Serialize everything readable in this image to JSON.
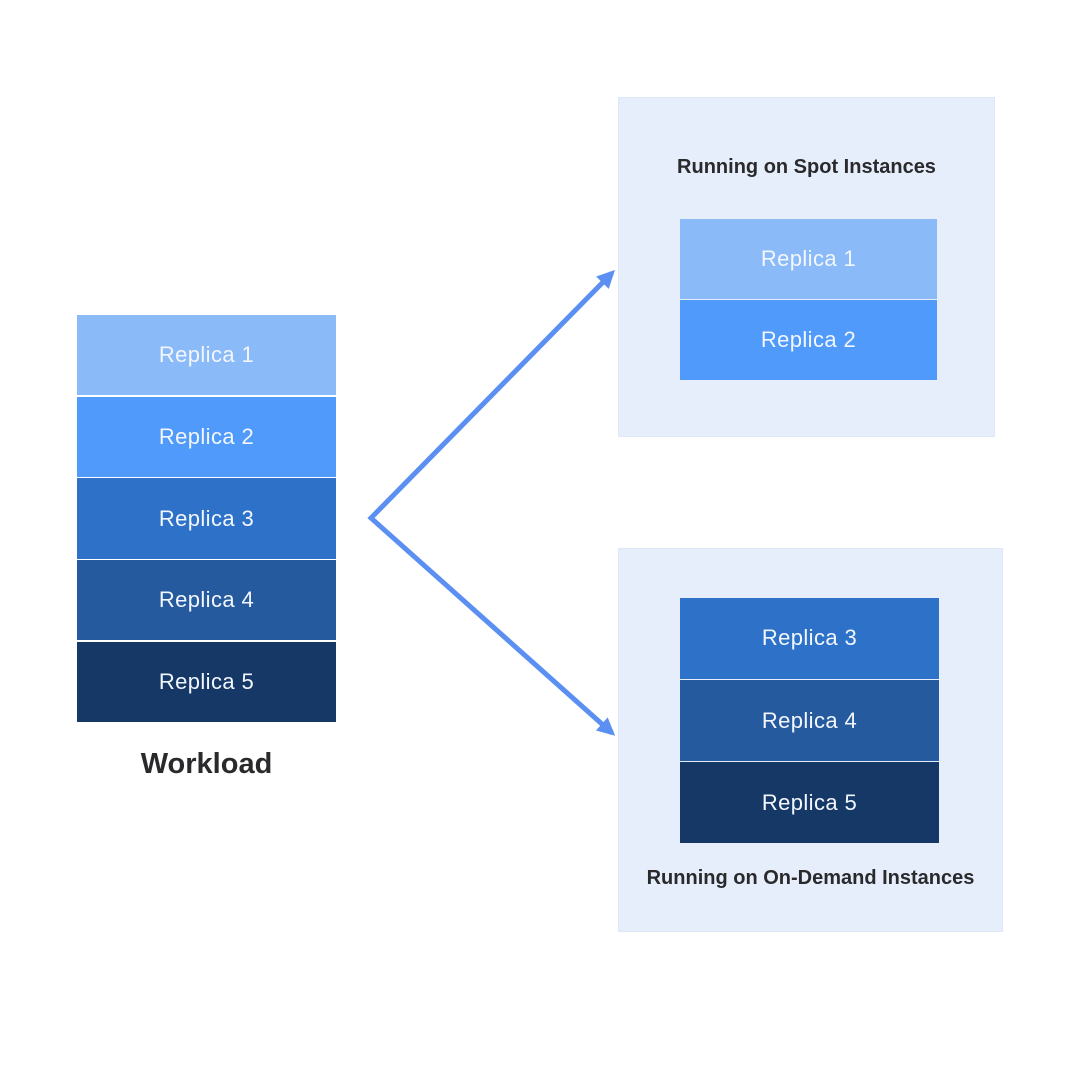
{
  "diagram": {
    "workload": {
      "label": "Workload",
      "replicas": [
        {
          "label": "Replica 1",
          "color": "#8bbaf8"
        },
        {
          "label": "Replica 2",
          "color": "#4f9afa"
        },
        {
          "label": "Replica 3",
          "color": "#2d72c8"
        },
        {
          "label": "Replica 4",
          "color": "#265a9e"
        },
        {
          "label": "Replica 5",
          "color": "#163866"
        }
      ]
    },
    "spot_panel": {
      "title": "Running on Spot Instances",
      "replicas": [
        {
          "label": "Replica 1",
          "color": "#8bbaf8"
        },
        {
          "label": "Replica 2",
          "color": "#4f9afa"
        }
      ]
    },
    "on_demand_panel": {
      "title": "Running on On-Demand Instances",
      "replicas": [
        {
          "label": "Replica 3",
          "color": "#2d72c8"
        },
        {
          "label": "Replica 4",
          "color": "#265a9e"
        },
        {
          "label": "Replica 5",
          "color": "#163866"
        }
      ]
    },
    "colors": {
      "background": "#ffffff",
      "panel_bg": "#e6eefc",
      "panel_border": "#dde9fb",
      "arrow": "#5b8ff2",
      "title_text": "#2a2a2c",
      "replica_text": "#f2f6fd"
    }
  }
}
